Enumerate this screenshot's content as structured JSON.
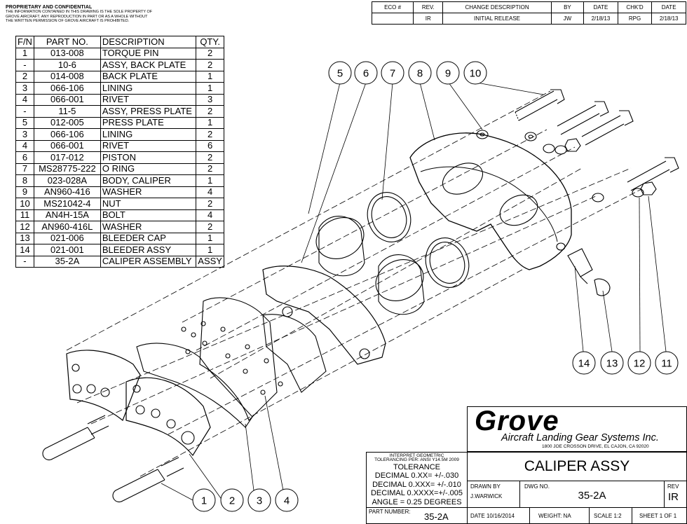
{
  "header": {
    "confidential_title": "PROPRIETARY AND CONFIDENTIAL",
    "confidential_lines": [
      "THE INFORMATION CONTAINED IN THIS DRAWING IS THE SOLE PROPERTY OF",
      "GROVE AIRCRAFT.  ANY REPRODUCTION IN PART OR AS A WHOLE WITHOUT",
      "THE WRITTEN PERMISSION OF GROVE AIRCRAFT IS PROHIBITED."
    ]
  },
  "revision_block": {
    "headers": [
      "ECO #",
      "REV.",
      "CHANGE DESCRIPTION",
      "BY",
      "DATE",
      "CHK'D",
      "DATE"
    ],
    "rows": [
      [
        "",
        "IR",
        "INITIAL RELEASE",
        "JW",
        "2/18/13",
        "RPG",
        "2/18/13"
      ]
    ]
  },
  "parts_list": {
    "headers": [
      "F/N",
      "PART NO.",
      "DESCRIPTION",
      "QTY."
    ],
    "rows": [
      [
        "1",
        "013-008",
        "TORQUE PIN",
        "2"
      ],
      [
        "-",
        "10-6",
        "ASSY, BACK PLATE",
        "2"
      ],
      [
        "2",
        "014-008",
        "BACK PLATE",
        "1"
      ],
      [
        "3",
        "066-106",
        "LINING",
        "1"
      ],
      [
        "4",
        "066-001",
        "RIVET",
        "3"
      ],
      [
        "-",
        "11-5",
        "ASSY, PRESS PLATE",
        "2"
      ],
      [
        "5",
        "012-005",
        "PRESS PLATE",
        "1"
      ],
      [
        "3",
        "066-106",
        "LINING",
        "2"
      ],
      [
        "4",
        "066-001",
        "RIVET",
        "6"
      ],
      [
        "6",
        "017-012",
        "PISTON",
        "2"
      ],
      [
        "7",
        "MS28775-222",
        "O RING",
        "2"
      ],
      [
        "8",
        "023-028A",
        "BODY, CALIPER",
        "1"
      ],
      [
        "9",
        "AN960-416",
        "WASHER",
        "4"
      ],
      [
        "10",
        "MS21042-4",
        "NUT",
        "2"
      ],
      [
        "11",
        "AN4H-15A",
        "BOLT",
        "4"
      ],
      [
        "12",
        "AN960-416L",
        "WASHER",
        "2"
      ],
      [
        "13",
        "021-006",
        "BLEEDER CAP",
        "1"
      ],
      [
        "14",
        "021-001",
        "BLEEDER ASSY",
        "1"
      ],
      [
        "-",
        "35-2A",
        "CALIPER ASSEMBLY",
        "ASSY"
      ]
    ]
  },
  "balloons": {
    "top": [
      "5",
      "6",
      "7",
      "8",
      "9",
      "10"
    ],
    "right": [
      "14",
      "13",
      "12",
      "11"
    ],
    "bottom": [
      "1",
      "2",
      "3",
      "4"
    ]
  },
  "title_block": {
    "logo": "Grove",
    "company": "Aircraft Landing Gear Systems Inc.",
    "address": "1800 JOE CROSSON DRIVE, EL CAJON, CA 92020",
    "tol_heading_1": "INTERPRET GEOMETRIC",
    "tol_heading_2": "TOLERANCING PER: ANSI Y14.5M 2009",
    "tolerance": "TOLERANCE",
    "tol_lines": [
      "DECIMAL 0.XX=  +/-.030",
      "DECIMAL 0.XXX= +/-.010",
      "DECIMAL 0.XXXX=+/-.005",
      "ANGLE = 0.25 DEGREES"
    ],
    "drawing_title": "CALIPER ASSY",
    "drawn_by_label": "DRAWN BY",
    "drawn_by": "J.WARWICK",
    "dwg_no_label": "DWG NO.",
    "dwg_no": "35-2A",
    "rev_label": "REV",
    "rev": "IR",
    "part_number_label": "PART NUMBER:",
    "part_number": "35-2A",
    "date": "DATE  10/16/2014",
    "weight": "WEIGHT:  NA",
    "scale": "SCALE  1:2",
    "sheet": "SHEET 1 OF 1"
  }
}
